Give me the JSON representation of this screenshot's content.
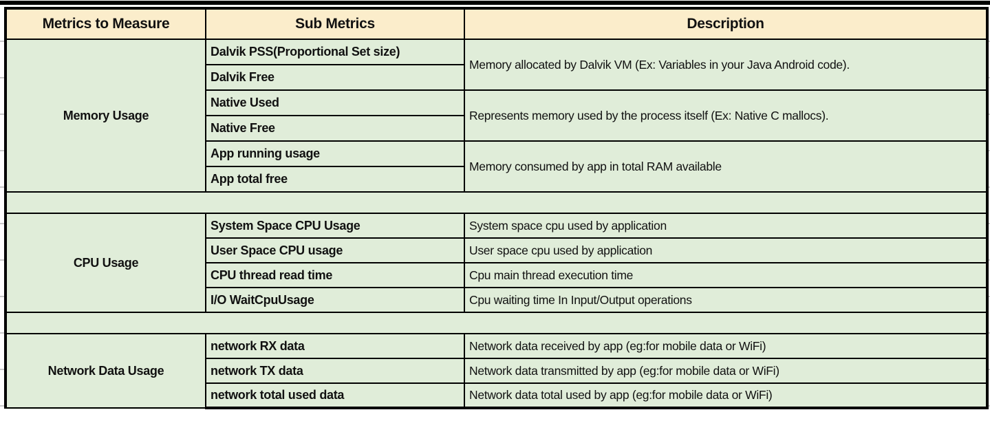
{
  "table": {
    "headers": [
      "Metrics to Measure",
      "Sub Metrics",
      "Description"
    ],
    "sections": [
      {
        "metric": "Memory Usage",
        "sub_metrics": [
          "Dalvik PSS(Proportional Set size)",
          "Dalvik Free",
          "Native Used",
          "Native Free",
          "App running usage",
          "App total free"
        ],
        "descriptions": [
          "Memory allocated by Dalvik VM (Ex: Variables in your Java Android code).",
          "Represents memory used by the process itself (Ex: Native C mallocs).",
          "Memory consumed by app in total RAM available"
        ]
      },
      {
        "metric": "CPU Usage",
        "sub_metrics": [
          "System Space CPU Usage",
          "User Space CPU usage",
          "CPU thread read time",
          "I/O WaitCpuUsage"
        ],
        "descriptions": [
          "System space cpu used by application",
          "User  space cpu used by application",
          "Cpu main thread execution time",
          "Cpu waiting time In Input/Output operations"
        ]
      },
      {
        "metric": "Network Data Usage",
        "sub_metrics": [
          "network RX data",
          "network TX data",
          "network total used data"
        ],
        "descriptions": [
          "Network data received by app (eg:for mobile data or WiFi)",
          "Network data transmitted by app (eg:for mobile data or WiFi)",
          "Network data total used by app (eg:for mobile data or WiFi)"
        ]
      }
    ]
  },
  "colors": {
    "header_bg": "#fbedcb",
    "cell_bg": "#e0edd9",
    "border": "#000000",
    "top_bar": "#000000"
  }
}
